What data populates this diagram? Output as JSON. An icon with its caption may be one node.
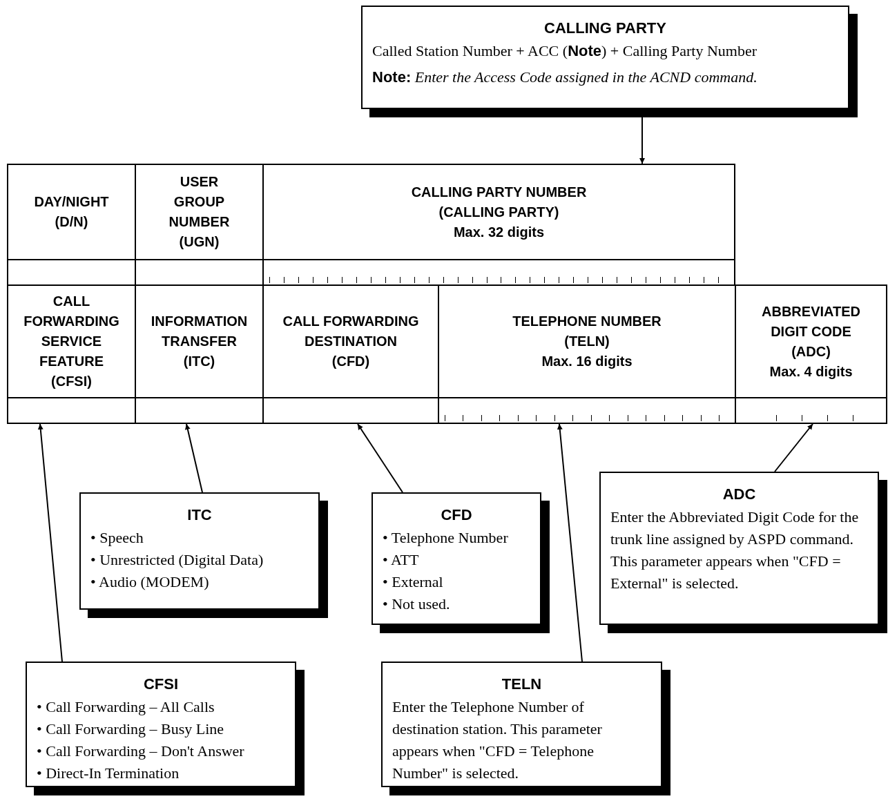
{
  "diagram": {
    "nodes": [
      {
        "text": [
          "CALLING PARTY",
          "Called Station Number + ACC (**Note**) + Calling Party Number",
          "**Note:** *Enter the Access Code assigned in the ACND command.*"
        ]
      },
      {
        "text": [
          "DAY/NIGHT",
          "(D/N)"
        ]
      },
      {
        "text": [
          "USER GROUP NUMBER",
          "(UGN)"
        ]
      },
      {
        "text": [
          "CALLING PARTY NUMBER",
          "(CALLING PARTY)",
          "Max. 32 digits"
        ]
      },
      {
        "text": [
          "CALL FORWARDING SERVICE FEATURE",
          "(CFSI)"
        ]
      },
      {
        "text": [
          "INFORMATION TRANSFER",
          "(ITC)"
        ]
      },
      {
        "text": [
          "CALL FORWARDING DESTINATION",
          "(CFD)"
        ]
      },
      {
        "text": [
          "TELEPHONE NUMBER",
          "(TELN)",
          "Max. 16 digits"
        ]
      },
      {
        "text": [
          "ABBREVIATED DIGIT CODE",
          "(ADC)",
          "Max. 4 digits"
        ]
      },
      {
        "text": [],
        "shape": "box"
      },
      {
        "text": [],
        "shape": "box"
      },
      {
        "text": [],
        "shape": "box"
      },
      {
        "text": [],
        "shape": "box"
      },
      {
        "text": [],
        "shape": "box"
      },
      {
        "text": [
          "ITC",
          "• Speech",
          "• Unrestricted (Digital Data)",
          "• Audio (MODEM)"
        ]
      },
      {
        "text": [
          "CFD",
          "• Telephone Number",
          "• ATT",
          "• External",
          "• Not used."
        ]
      },
      {
        "text": [
          "ADC",
          "Enter the Abbreviated Digit Code for the trunk line assigned by ASPD command. This parameter appears when \"CFD = External\" is selected."
        ]
      },
      {
        "text": [
          "CFSI",
          "• Call Forwarding – All Calls",
          "• Call Forwarding – Busy Line",
          "• Call Forwarding – Don't Answer",
          "• Direct-In Termination"
        ]
      },
      {
        "text": [
          "TELN",
          "Enter the Telephone Number of destination station. This parameter appears when \"CFD = Telephone Number\" is selected."
        ]
      }
    ],
    "edges": [
      {
        "from": 0,
        "to": 3,
        "arrow": "to"
      },
      {
        "from": 14,
        "to": 10,
        "arrow": "to"
      },
      {
        "from": 15,
        "to": 11,
        "arrow": "to"
      },
      {
        "from": 16,
        "to": 13,
        "arrow": "to"
      },
      {
        "from": 17,
        "to": 9,
        "arrow": "to"
      },
      {
        "from": 18,
        "to": 12,
        "arrow": "to"
      }
    ]
  }
}
